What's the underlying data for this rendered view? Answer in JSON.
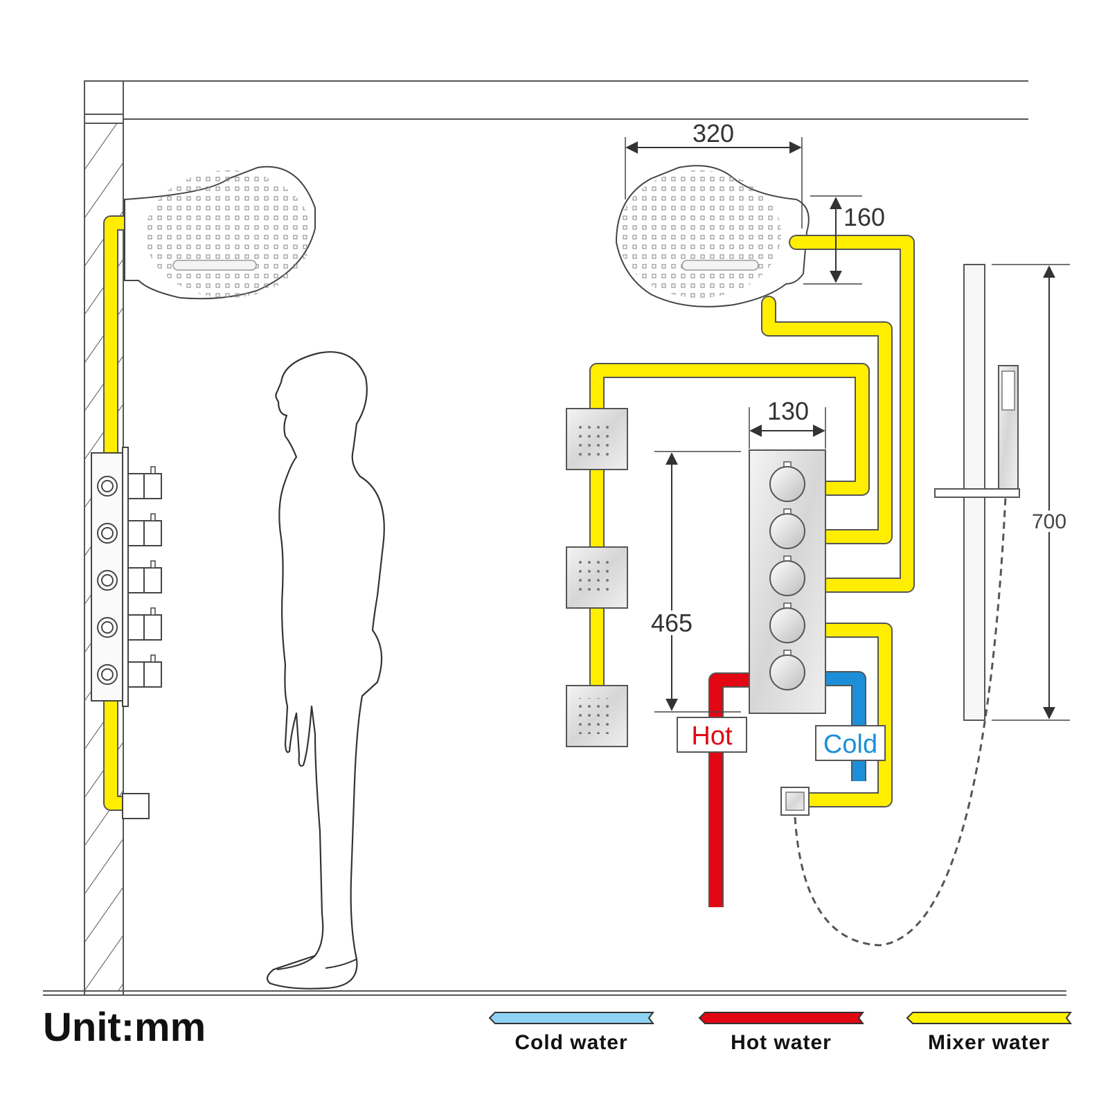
{
  "dimensions": {
    "rain_width": "320",
    "rain_height": "160",
    "panel_width": "130",
    "spray_span": "465",
    "rail_height": "700"
  },
  "supply_tags": {
    "hot": "Hot",
    "cold": "Cold"
  },
  "unit_label": "Unit:mm",
  "legend": [
    {
      "label": "Cold water",
      "color": "#8fd3f4"
    },
    {
      "label": "Hot water",
      "color": "#e30613"
    },
    {
      "label": "Mixer water",
      "color": "#fff200"
    }
  ],
  "colors": {
    "mixer_pipe": "#fff200",
    "hot_pipe": "#e30613",
    "cold_pipe": "#1c8fd8",
    "hot_text": "#e30613",
    "cold_text": "#1c8fd8"
  }
}
